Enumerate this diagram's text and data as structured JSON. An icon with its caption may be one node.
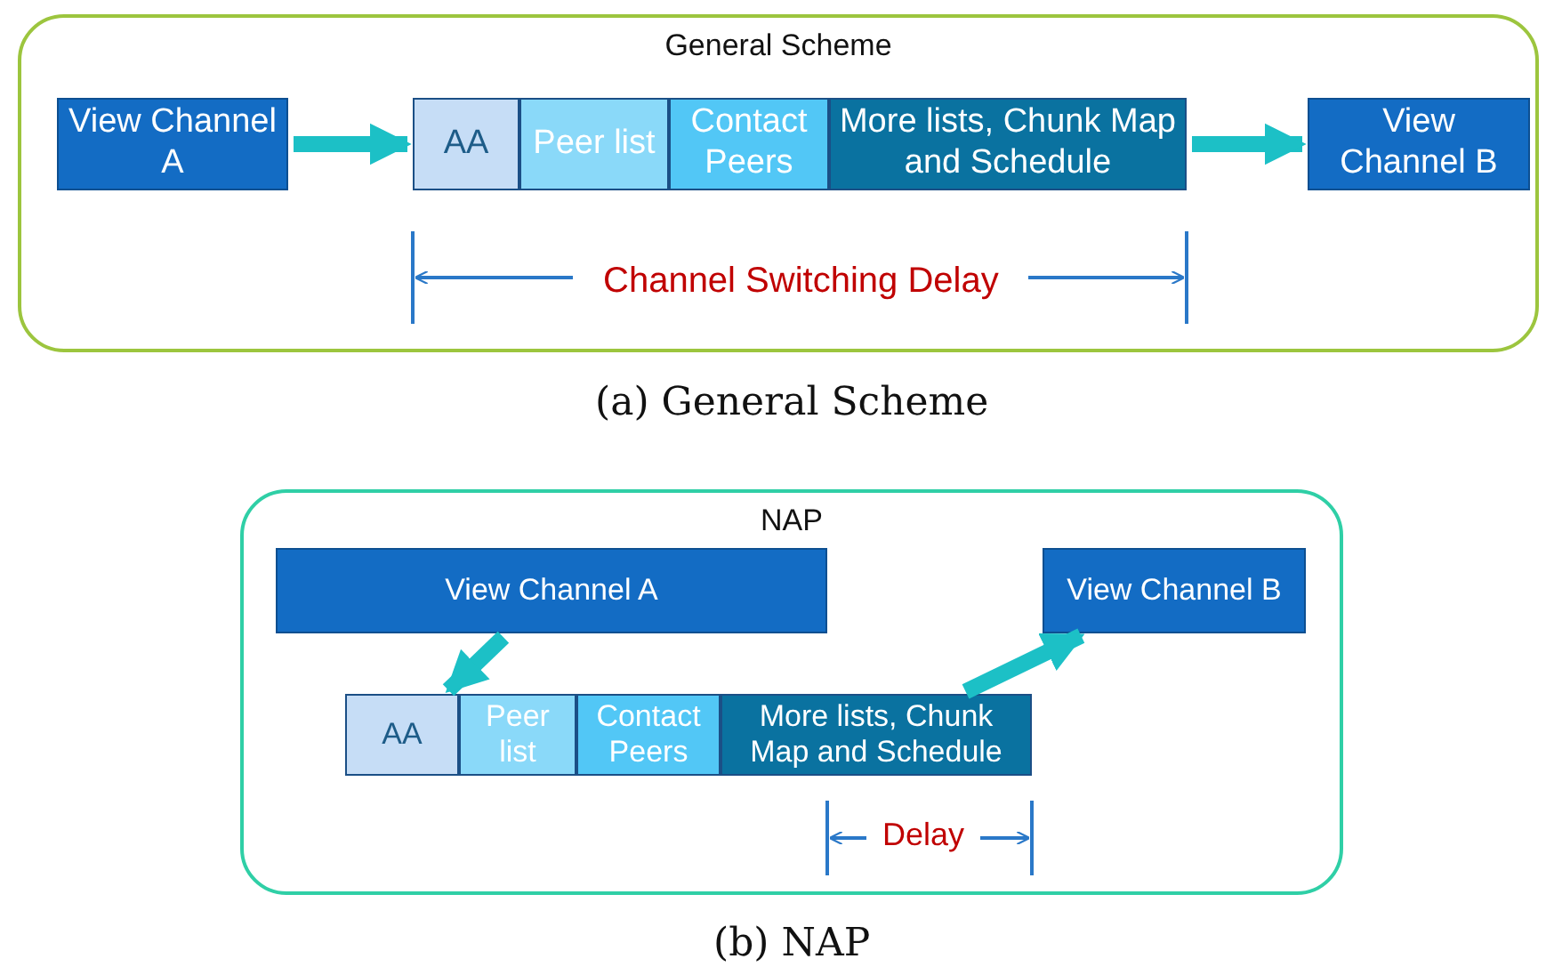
{
  "diagram": {
    "nodes": [
      {
        "text": [
          "General Scheme"
        ]
      },
      {
        "text": [
          "View Channel A"
        ],
        "in": 0
      },
      {
        "text": [
          "AA"
        ],
        "in": 0
      },
      {
        "text": [
          "Peer list"
        ],
        "in": 0
      },
      {
        "text": [
          "Contact Peers"
        ],
        "in": 0
      },
      {
        "text": [
          "More lists, Chunk Map and Schedule"
        ],
        "in": 0
      },
      {
        "text": [
          "View Channel B"
        ],
        "in": 0
      },
      {
        "text": [
          "NAP"
        ]
      },
      {
        "text": [
          "View Channel A"
        ],
        "in": 7
      },
      {
        "text": [
          "AA"
        ],
        "in": 7
      },
      {
        "text": [
          "Peer list"
        ],
        "in": 7
      },
      {
        "text": [
          "Contact Peers"
        ],
        "in": 7
      },
      {
        "text": [
          "More lists, Chunk Map and Schedule"
        ],
        "in": 7
      },
      {
        "text": [
          "View Channel B"
        ],
        "in": 7
      }
    ],
    "edges": [
      {
        "from": 1,
        "to": 2,
        "arrow": "to"
      },
      {
        "from": 5,
        "to": 6,
        "arrow": "to"
      },
      {
        "from": 8,
        "to": 9,
        "arrow": "to"
      },
      {
        "from": 12,
        "to": 13,
        "arrow": "to"
      }
    ],
    "labels": [
      "Channel Switching Delay",
      "(a) General Scheme",
      "Delay",
      "(b) NAP"
    ]
  }
}
